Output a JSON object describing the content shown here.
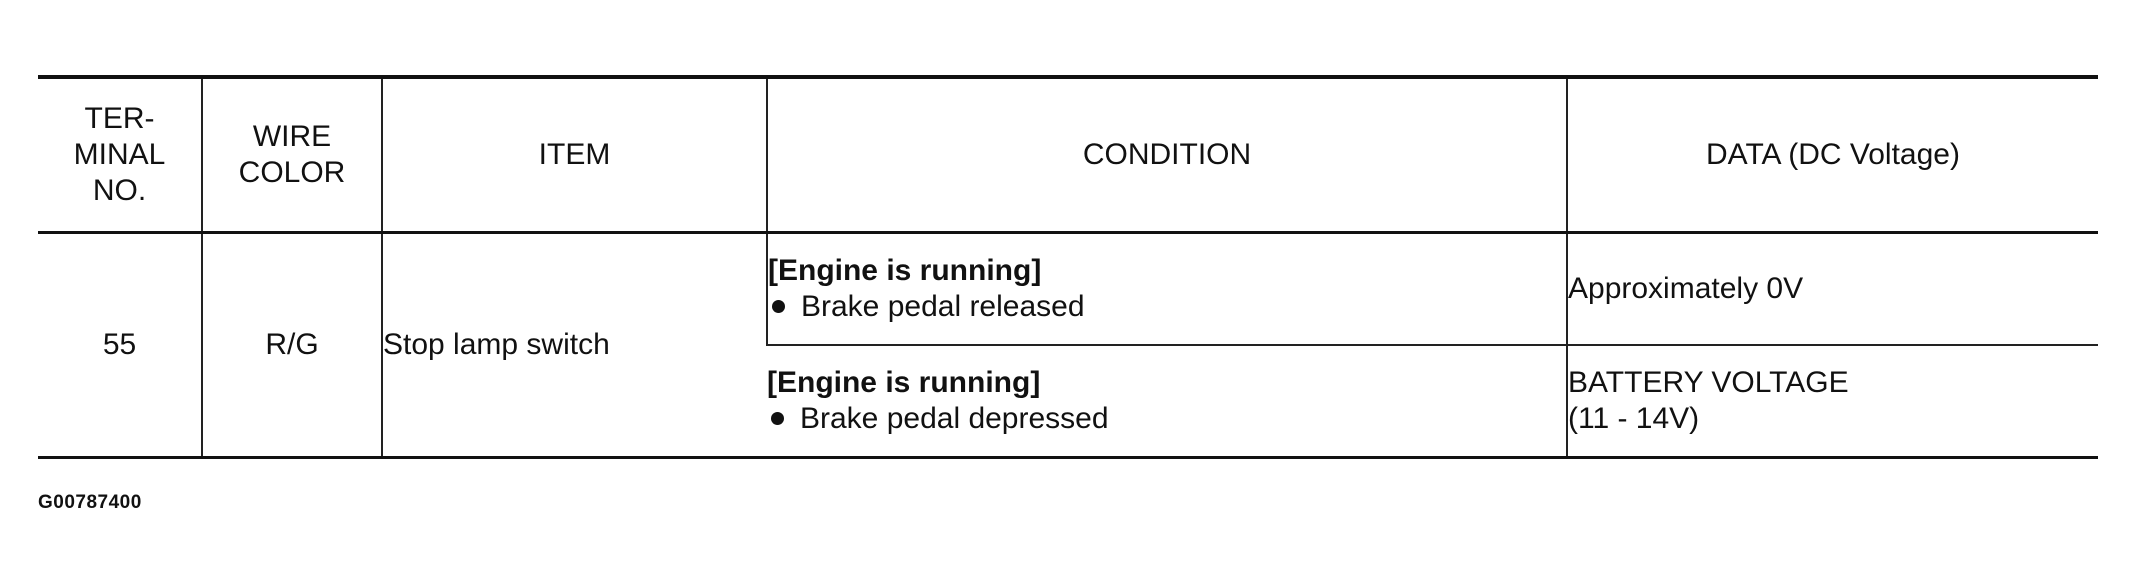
{
  "table": {
    "headers": {
      "terminal": [
        "TER-",
        "MINAL",
        "NO."
      ],
      "wire": [
        "WIRE",
        "COLOR"
      ],
      "item": "ITEM",
      "condition": "CONDITION",
      "data": "DATA (DC Voltage)"
    },
    "row": {
      "terminal": "55",
      "wire": "R/G",
      "item": "Stop lamp switch",
      "conditions": [
        {
          "heading": "[Engine is running]",
          "detail": "Brake pedal released",
          "data": [
            "Approximately 0V"
          ]
        },
        {
          "heading": "[Engine is running]",
          "detail": "Brake pedal depressed",
          "data": [
            "BATTERY VOLTAGE",
            "(11 - 14V)"
          ]
        }
      ]
    }
  },
  "figure_code": "G00787400",
  "icons": {
    "bullet": "bullet-dot-icon"
  }
}
